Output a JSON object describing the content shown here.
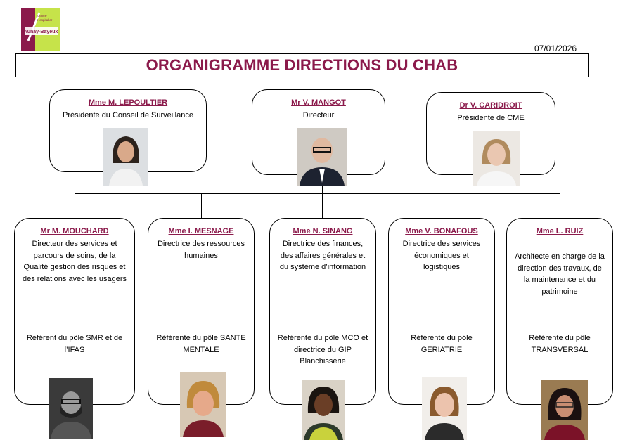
{
  "logo": {
    "text_line1": "Centre",
    "text_line2": "Hospitalier",
    "brand": "Aunay-Bayeux",
    "colors": {
      "maroon": "#8b1a4b",
      "green": "#c6e34a"
    }
  },
  "date": "07/01/2026",
  "title": "ORGANIGRAMME DIRECTIONS DU CHAB",
  "top": [
    {
      "name": "Mme M. LEPOULTIER",
      "role": "Présidente du Conseil de Surveillance"
    },
    {
      "name": "Mr V. MANGOT",
      "role": "Directeur"
    },
    {
      "name": "Dr V. CARIDROIT",
      "role": "Présidente de CME"
    }
  ],
  "bottom": [
    {
      "name": "Mr M. MOUCHARD",
      "role": "Directeur des services et parcours de soins, de la Qualité gestion des risques et des relations avec les usagers",
      "ref": "Référent du pôle SMR et de l’IFAS"
    },
    {
      "name": "Mme I. MESNAGE",
      "role": "Directrice des ressources humaines",
      "ref": "Référente du pôle SANTE MENTALE"
    },
    {
      "name": "Mme N. SINANG",
      "role": "Directrice des finances, des affaires générales et du système d’information",
      "ref": "Référente du pôle MCO et directrice du GIP Blanchisserie"
    },
    {
      "name": "Mme V. BONAFOUS",
      "role": "Directrice des services économiques et logistiques",
      "ref": "Référente du pôle GERIATRIE"
    },
    {
      "name": "Mme L. RUIZ",
      "role": "Architecte en charge de la direction des travaux, de la maintenance et du patrimoine",
      "ref": "Référente du pôle TRANSVERSAL"
    }
  ],
  "colors": {
    "accent": "#8b1a4b",
    "line": "#000000"
  }
}
